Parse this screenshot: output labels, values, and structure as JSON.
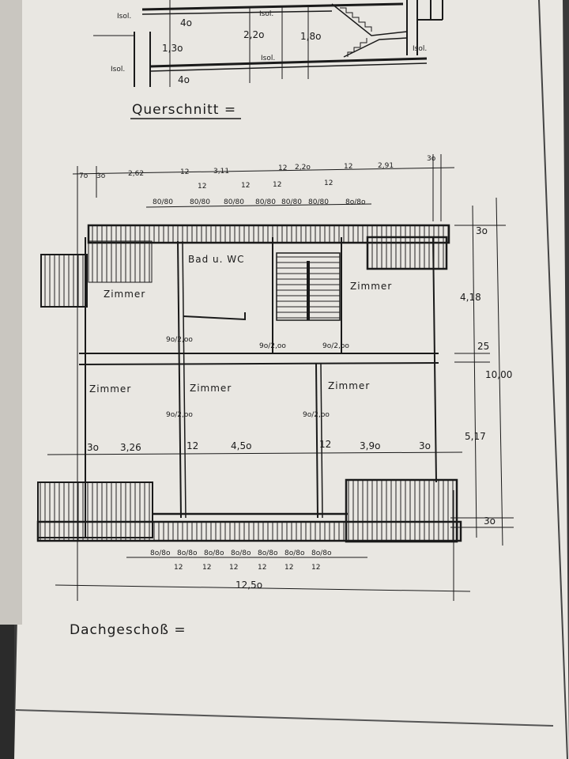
{
  "section": {
    "title": "Querschnitt =",
    "labels": [
      "Isol.",
      "Isol.",
      "Isol.",
      "Isol.",
      "Isol."
    ],
    "dims": [
      "4o",
      "1,3o",
      "2,2o",
      "1,8o",
      "4o"
    ]
  },
  "plan": {
    "title": "Dachgeschoß =",
    "rooms": [
      "Bad u. WC",
      "Zimmer",
      "Zimmer",
      "Zimmer",
      "Zimmer",
      "Zimmer"
    ],
    "top_dims": [
      "7o",
      "3o",
      "2,62",
      "12",
      "3,11",
      "12",
      "2,2o",
      "12",
      "2,91",
      "3o"
    ],
    "top_window_dims": [
      "80/80",
      "80/80",
      "80/80",
      "80/80",
      "80/80",
      "80/80",
      "8o/8o"
    ],
    "top_window_pier_dims": [
      "12",
      "12",
      "12",
      "12"
    ],
    "door_dims": [
      "9o/2,oo",
      "9o/2,oo",
      "9o/2,oo",
      "9o/2,oo",
      "9o/2,oo"
    ],
    "right_dims": [
      "3o",
      "4,18",
      "25",
      "10,00",
      "5,17",
      "3o"
    ],
    "bottom_dims": [
      "3o",
      "3,26",
      "12",
      "4,5o",
      "12",
      "3,9o",
      "3o"
    ],
    "bottom_window_dims": [
      "8o/8o",
      "8o/8o",
      "8o/8o",
      "8o/8o",
      "8o/8o",
      "8o/8o",
      "8o/8o"
    ],
    "bottom_window_pier_dims": [
      "12",
      "12",
      "12",
      "12",
      "12",
      "12"
    ],
    "overall_width": "12,5o"
  },
  "colors": {
    "paper": "#e9e7e2",
    "ink": "#1a1a1a",
    "background": "#3a3a3a"
  }
}
